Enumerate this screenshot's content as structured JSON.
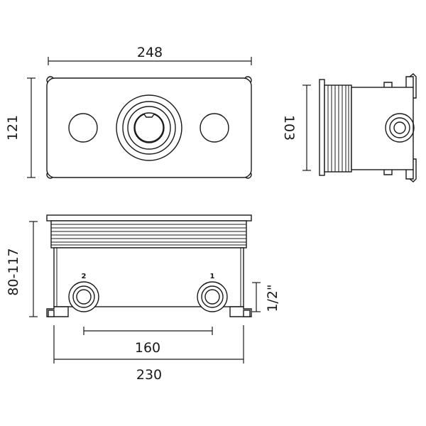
{
  "dimensions": {
    "front_width": "248",
    "front_height": "121",
    "side_depth": "103",
    "box_depth_range": "80-117",
    "thread_size": "1/2\"",
    "outlet_spacing": "160",
    "base_width": "230"
  },
  "outlet_labels": {
    "left": "2",
    "right": "1"
  }
}
